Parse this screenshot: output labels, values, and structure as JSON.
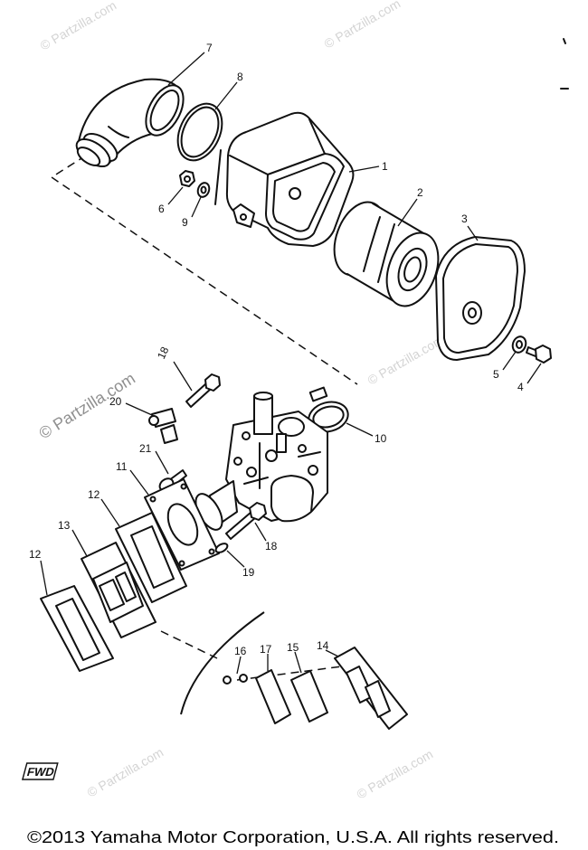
{
  "diagram": {
    "callouts": [
      "7",
      "8",
      "1",
      "2",
      "3",
      "6",
      "9",
      "5",
      "4",
      "10",
      "18",
      "20",
      "21",
      "11",
      "12",
      "13",
      "12",
      "18",
      "19",
      "16",
      "17",
      "15",
      "14"
    ],
    "fwd_label": "FWD"
  },
  "watermark": "© Partzilla.com",
  "copyright": "©2013 Yamaha Motor Corporation, U.S.A. All rights reserved."
}
